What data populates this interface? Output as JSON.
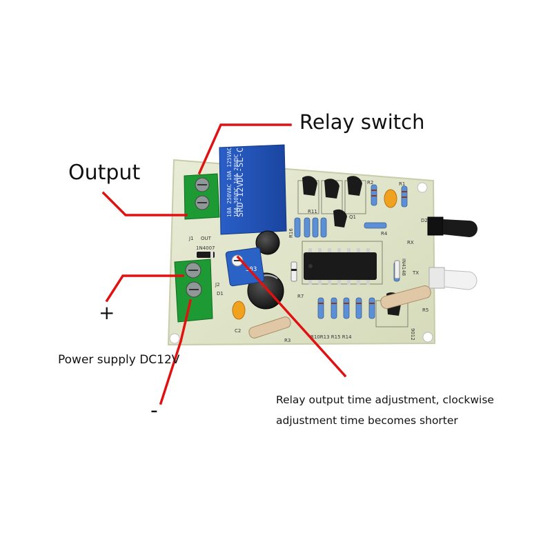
{
  "callouts": {
    "relay_switch": "Relay switch",
    "output": "Output",
    "plus": "+",
    "minus": "-",
    "power_supply": "Power supply DC12V",
    "adjust_line1": "Relay output time adjustment, clockwise",
    "adjust_line2": "adjustment time becomes shorter"
  },
  "board_markings": {
    "relay_model": "SRD-12VDC-SL-C",
    "relay_rating1": "10A 250VAC 10A 125VAC",
    "relay_rating2": "10A 30VDC 10A 28VDC",
    "diode": "1N4007",
    "j1": "J1",
    "out": "OUT",
    "j2": "J2",
    "r10_r15": "R10R13 R15 R14",
    "r3": "R3",
    "r5": "R5",
    "r7": "R7",
    "r11": "R11",
    "r16": "R16",
    "r2": "R2",
    "r1": "R1",
    "q1": "Q1",
    "r4": "R4",
    "d2": "D2",
    "rx": "RX",
    "tx": "TX",
    "c2": "C2",
    "d1": "D1",
    "ic9012": "9012",
    "in4148": "IN4148",
    "pot_code": "503"
  },
  "colors": {
    "callout_line": "#e11111",
    "pcb": "#dfe3c6",
    "terminal": "#1d9a34",
    "relay": "#1f4fb5"
  }
}
